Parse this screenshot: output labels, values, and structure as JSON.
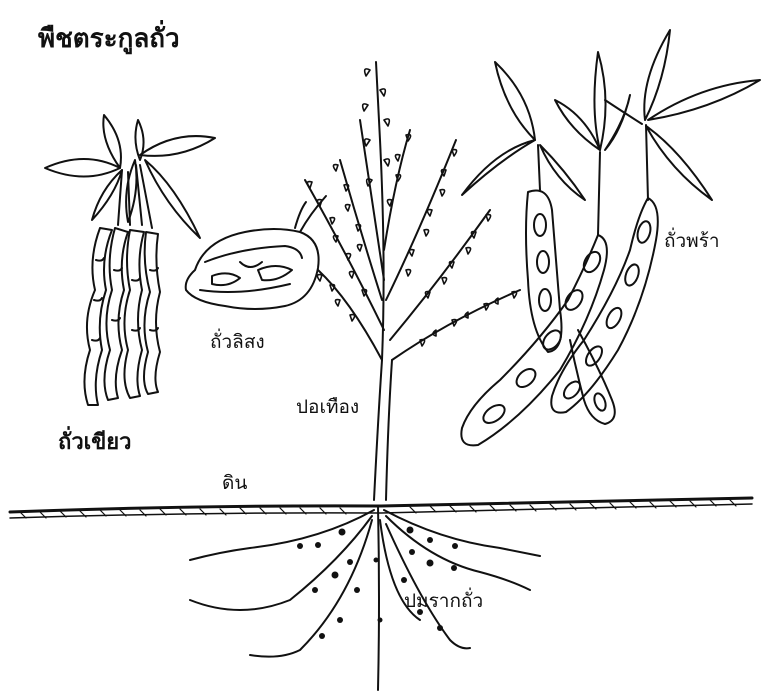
{
  "title": "พืชตระกูลถั่ว",
  "labels": {
    "mung_bean": "ถั่วเขียว",
    "peanut": "ถั่วลิสง",
    "cassia": "ปอเทือง",
    "soil": "ดิน",
    "root_nodules": "ปมรากถั่ว",
    "cowpea": "ถั่วพร้า"
  },
  "colors": {
    "ink": "#111111",
    "paper": "#ffffff"
  }
}
